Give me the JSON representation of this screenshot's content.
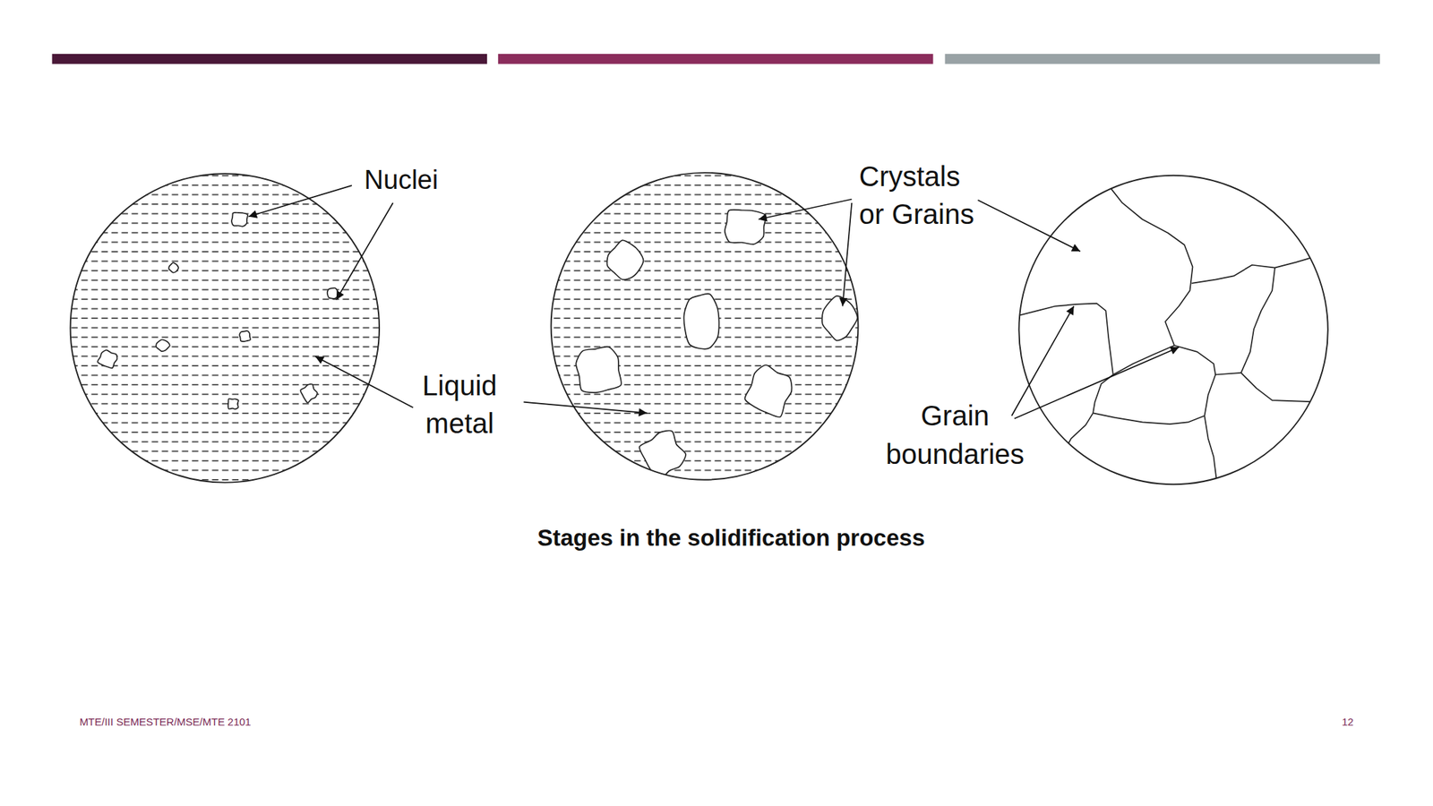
{
  "diagram": {
    "caption": "Stages in the solidification process",
    "labels": [
      "Nuclei",
      "Liquid metal",
      "Crystals or Grains",
      "Grain boundaries",
      "MTE/III SEMESTER/MSE/MTE 2101",
      "12"
    ]
  }
}
